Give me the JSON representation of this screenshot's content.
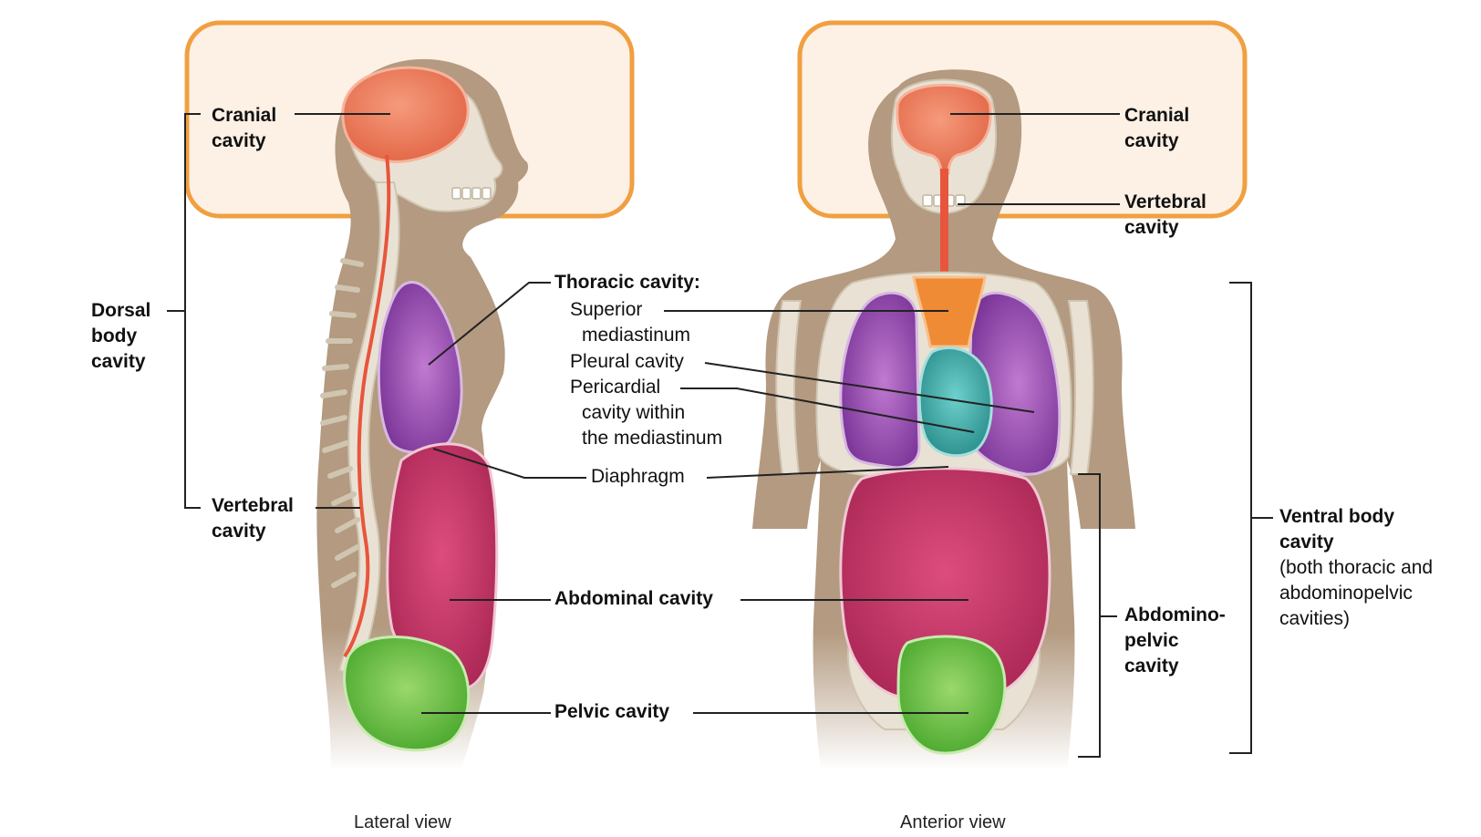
{
  "views": {
    "lateral": "Lateral view",
    "anterior": "Anterior view"
  },
  "labels": {
    "dorsal_body_cavity": [
      "Dorsal",
      "body",
      "cavity"
    ],
    "cranial_cavity_lateral": [
      "Cranial",
      "cavity"
    ],
    "vertebral_cavity_lateral": [
      "Vertebral",
      "cavity"
    ],
    "cranial_cavity_anterior": [
      "Cranial",
      "cavity"
    ],
    "vertebral_cavity_anterior": [
      "Vertebral",
      "cavity"
    ],
    "thoracic_cavity": "Thoracic cavity:",
    "superior_mediastinum": [
      "Superior",
      "mediastinum"
    ],
    "pleural_cavity": "Pleural cavity",
    "pericardial_cavity": [
      "Pericardial",
      "cavity within",
      "the mediastinum"
    ],
    "diaphragm": "Diaphragm",
    "abdominal_cavity": "Abdominal cavity",
    "pelvic_cavity": "Pelvic cavity",
    "abdominopelvic_cavity": [
      "Abdomino-",
      "pelvic",
      "cavity"
    ],
    "ventral_body_cavity": [
      "Ventral body",
      "cavity"
    ],
    "ventral_note": [
      "(both thoracic and",
      "abdominopelvic",
      "cavities)"
    ]
  },
  "colors": {
    "highlight_stroke": "#f0a040",
    "highlight_fill": "#fdf0e4",
    "skin": "#b39a80",
    "bone": "#e9e2d4",
    "cranial": "#ec7e5f",
    "spinal_cord": "#e8553d",
    "thoracic": "#8a44a8",
    "mediastinum": "#ef8a35",
    "pericardial": "#3aa6a3",
    "abdominal": "#c93a6a",
    "pelvic": "#66c23e",
    "leader_line": "#222222"
  }
}
